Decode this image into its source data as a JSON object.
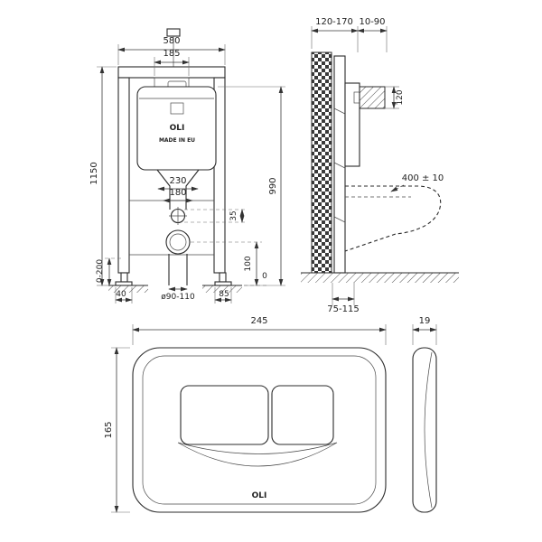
{
  "colors": {
    "background": "#ffffff",
    "line": "#2b2b2b"
  },
  "frame_front_view": {
    "dim_width_overall": "580",
    "dim_bracket_width": "185",
    "dim_height_overall": "1150",
    "dim_height_flush": "990",
    "dim_flush_bend_width": "230",
    "dim_fixing_centers": "180",
    "dim_offset_small": "35",
    "dim_outlet_height": "100",
    "dim_floor_level": "0",
    "dim_foot_adjust": "0-200",
    "dim_foot_left": "40",
    "dim_outlet_diameter": "ø90-110",
    "dim_foot_right": "85",
    "brand": "OLI",
    "made_in": "MADE IN EU"
  },
  "frame_side_view": {
    "dim_depth_range": "120-170",
    "dim_finish_range": "10-90",
    "dim_inlet_height": "120",
    "dim_seat_height": "400 ± 10",
    "dim_outlet_distance": "75-115"
  },
  "plate_front_view": {
    "dim_width": "245",
    "dim_height": "165",
    "brand": "OLI"
  },
  "plate_side_view": {
    "dim_depth": "19"
  }
}
